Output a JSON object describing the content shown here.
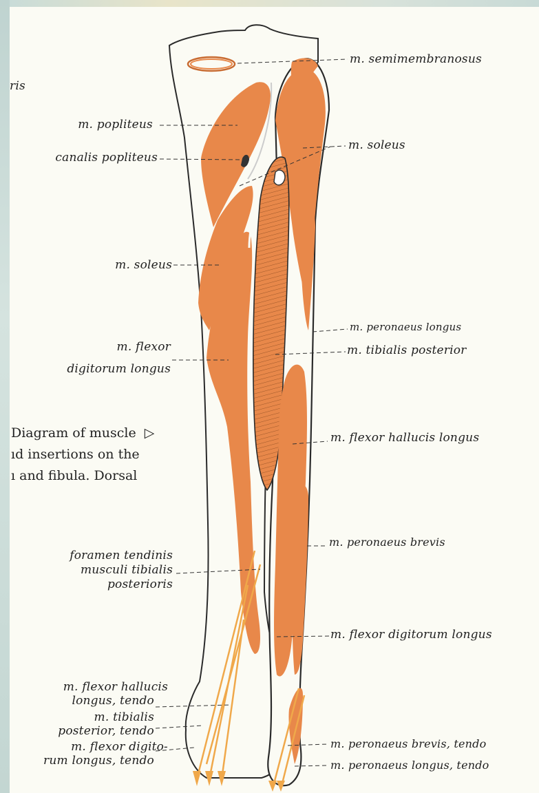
{
  "labels": {
    "ris": "ris",
    "semimembranosus": "m. semimembranosus",
    "popliteus": "m. popliteus",
    "canalis_popliteus": "canalis popliteus",
    "soleus_right": "m. soleus",
    "soleus_left": "m. soleus",
    "flexor_digitorum_longus_line1": "m. flexor",
    "flexor_digitorum_longus_line2": "digitorum longus",
    "peronaeus_longus": "m. peronaeus longus",
    "tibialis_posterior": "m. tibialis posterior",
    "flexor_hallucis_longus": "m. flexor hallucis longus",
    "peronaeus_brevis": "m. peronaeus brevis",
    "foramen_line1": "foramen tendinis",
    "foramen_line2": "musculi tibialis",
    "foramen_line3": "posterioris",
    "flexor_digitorum_longus_right": "m. flexor digitorum longus",
    "fhl_tendo_line1": "m. flexor hallucis",
    "fhl_tendo_line2": "longus, tendo",
    "tp_tendo_line1": "m. tibialis",
    "tp_tendo_line2": "posterior, tendo",
    "fdl_tendo_line1": "m. flexor digito-",
    "fdl_tendo_line2": "rum longus, tendo",
    "peronaeus_brevis_tendo": "m. peronaeus brevis, tendo",
    "peronaeus_longus_tendo": "m. peronaeus longus, tendo"
  },
  "caption": {
    "line1": "Diagram of muscle",
    "line1_arrow": "▷",
    "line2": "ıd insertions on the",
    "line3": "ı and fibula. Dorsal"
  },
  "colors": {
    "muscle": "#e8884a",
    "tendon_arrow": "#f0a84a",
    "bone_fill": "#fbfbf4",
    "outline": "#2a2a2a",
    "paper": "#fbfbf4",
    "background": "#c9d9d6"
  }
}
